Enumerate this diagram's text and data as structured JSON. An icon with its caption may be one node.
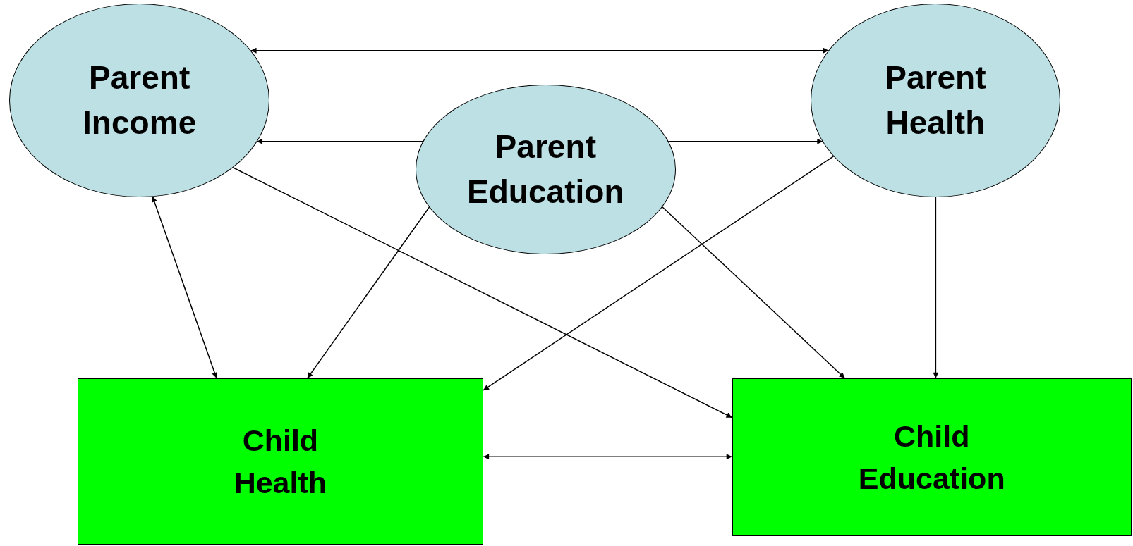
{
  "diagram": {
    "nodes": [
      {
        "text": [
          "Parent Income"
        ]
      },
      {
        "text": [
          "Parent Education"
        ]
      },
      {
        "text": [
          "Parent Health"
        ]
      },
      {
        "text": [
          "Child Health"
        ]
      },
      {
        "text": [
          "Child Education"
        ]
      }
    ],
    "edges": [
      {
        "from": 0,
        "to": 2,
        "arrow": "both"
      },
      {
        "from": 1,
        "to": 0,
        "arrow": "to"
      },
      {
        "from": 1,
        "to": 2,
        "arrow": "to"
      },
      {
        "from": 0,
        "to": 4,
        "arrow": "to"
      },
      {
        "from": 1,
        "to": 3,
        "arrow": "to"
      },
      {
        "from": 1,
        "to": 4,
        "arrow": "to"
      },
      {
        "from": 2,
        "to": 3,
        "arrow": "to"
      },
      {
        "from": 2,
        "to": 4,
        "arrow": "to"
      },
      {
        "from": 0,
        "to": 3,
        "arrow": "both"
      },
      {
        "from": 3,
        "to": 4,
        "arrow": "both"
      }
    ]
  }
}
